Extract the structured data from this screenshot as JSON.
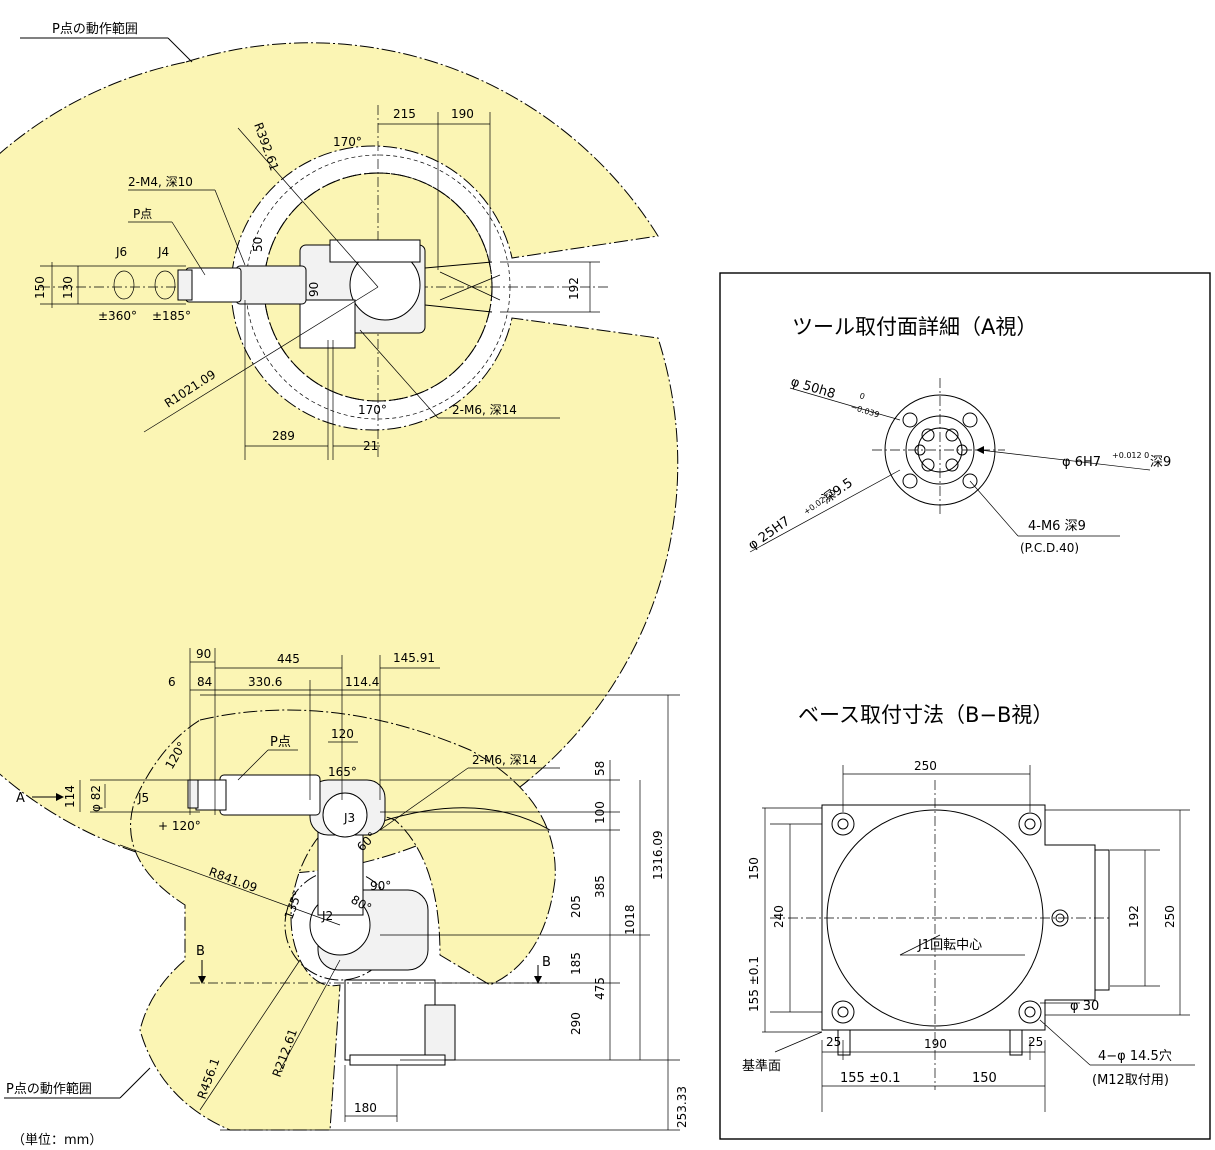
{
  "top_view": {
    "range_label": "P点の動作範囲",
    "dims": {
      "d215": "215",
      "d190": "190",
      "r392": "R392.61",
      "a170_top": "170°",
      "m4": "2-M4, 深10",
      "p_point": "P点",
      "d50": "50",
      "j6": "J6",
      "j4": "J4",
      "d150": "150",
      "d130": "130",
      "d90": "90",
      "d192": "192",
      "j6_range": "±360°",
      "j4_range": "±185°",
      "r1021": "R1021.09",
      "a170_bot": "170°",
      "m6": "2-M6, 深14",
      "d289": "289",
      "d21": "21"
    }
  },
  "side_view": {
    "dims": {
      "d90": "90",
      "d445": "445",
      "d145": "145.91",
      "d6": "6",
      "d84": "84",
      "d330": "330.6",
      "d114_4": "114.4",
      "d120": "120",
      "p_point": "P点",
      "m6": "2-M6, 深14",
      "a120_top": "120°",
      "d165": "165°",
      "d58": "58",
      "a_label": "A",
      "d114": "114",
      "phi82": "φ 82",
      "j5": "J5",
      "j3": "J3",
      "d100": "100",
      "a120_bot": "+ 120°",
      "a60": "60°",
      "r841": "R841.09",
      "a90": "90°",
      "a135": "135°",
      "j2": "J2",
      "a80": "80°",
      "d205": "205",
      "d385": "385",
      "d1018": "1018",
      "d1316": "1316.09",
      "b_left": "B",
      "b_right": "B",
      "d185": "185",
      "d475": "475",
      "d290": "290",
      "r212": "R212.61",
      "r456": "R456.1",
      "range_label": "P点の動作範囲",
      "d180": "180",
      "d253": "253.33",
      "unit": "（単位：mm）"
    }
  },
  "tool_detail": {
    "title": "ツール取付面詳細（A視）",
    "phi50": "φ 50h8",
    "phi50_tol_upper": "0",
    "phi50_tol_lower": "−0.039",
    "phi6": "φ 6H7",
    "phi6_tol": "+0.012 0",
    "phi6_depth": "深9",
    "phi25": "φ 25H7",
    "phi25_tol": "+0.021 0",
    "phi25_depth": "深9.5",
    "m6": "4-M6 深9",
    "pcd": "(P.C.D.40)"
  },
  "base_detail": {
    "title": "ベース取付寸法（B−B視）",
    "d250_top": "250",
    "d150": "150",
    "d240": "240",
    "d155_left": "155 ±0.1",
    "j1_center": "J1回転中心",
    "d192": "192",
    "d250_right": "250",
    "phi30": "φ 30",
    "d25_left": "25",
    "d190": "190",
    "d25_right": "25",
    "ref_face": "基準面",
    "d155_bot": "155 ±0.1",
    "d150_bot": "150",
    "holes": "4−φ 14.5穴",
    "holes_note": "(M12取付用)"
  }
}
